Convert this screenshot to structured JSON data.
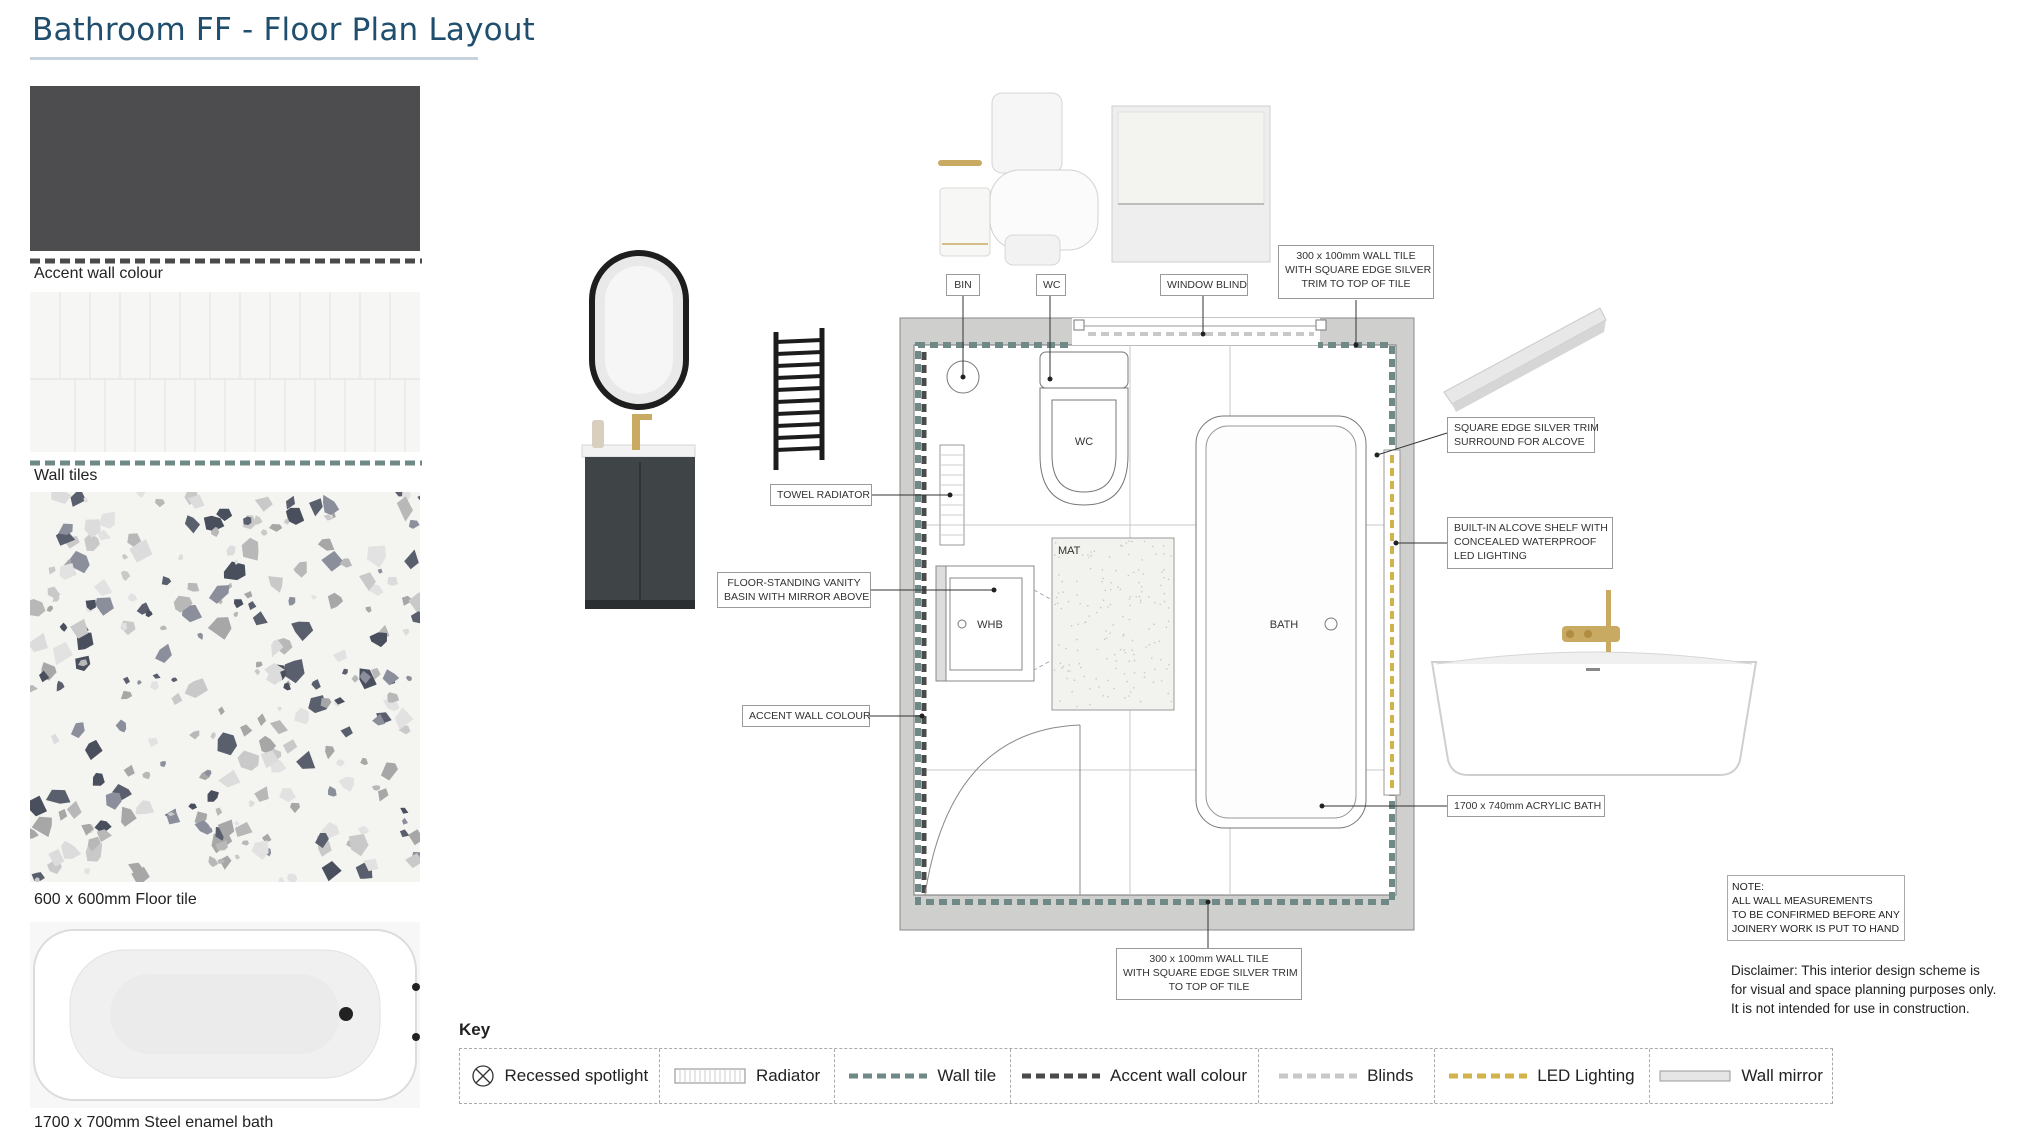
{
  "page": {
    "title": "Bathroom FF - Floor Plan Layout"
  },
  "swatches": {
    "accent_label": "Accent wall colour",
    "wall_tiles_label": "Wall tiles",
    "floor_tile_label": "600 x 600mm Floor tile",
    "steel_bath_label": "1700 x 700mm Steel enamel bath"
  },
  "callouts": {
    "bin": "BIN",
    "wc": "WC",
    "window_blind": "WINDOW BLIND",
    "wall_tile_top_1": "300 x 100mm WALL TILE",
    "wall_tile_top_2": "WITH SQUARE EDGE SILVER",
    "wall_tile_top_3": "TRIM TO TOP OF TILE",
    "towel_radiator": "TOWEL RADIATOR",
    "vanity_1": "FLOOR-STANDING VANITY",
    "vanity_2": "BASIN WITH MIRROR ABOVE",
    "accent_wall": "ACCENT WALL COLOUR",
    "trim_1": "SQUARE EDGE SILVER TRIM",
    "trim_2": "SURROUND FOR ALCOVE",
    "shelf_1": "BUILT-IN ALCOVE SHELF WITH",
    "shelf_2": "CONCEALED WATERPROOF",
    "shelf_3": "LED LIGHTING",
    "acrylic_bath": "1700 x 740mm ACRYLIC BATH",
    "wall_tile_bottom_1": "300 x 100mm WALL TILE",
    "wall_tile_bottom_2": "WITH SQUARE EDGE SILVER TRIM",
    "wall_tile_bottom_3": "TO TOP OF TILE"
  },
  "plan_labels": {
    "wc": "WC",
    "mat": "MAT",
    "whb": "WHB",
    "bath": "BATH"
  },
  "note": {
    "line1": "NOTE:",
    "line2": "ALL WALL MEASUREMENTS",
    "line3": "TO BE CONFIRMED BEFORE ANY",
    "line4": "JOINERY WORK IS PUT TO HAND"
  },
  "disclaimer": {
    "line1": "Disclaimer: This interior design scheme is",
    "line2": "for visual and space planning purposes only.",
    "line3": "It is not intended for use in construction."
  },
  "key": {
    "title": "Key",
    "items": [
      {
        "label": "Recessed spotlight",
        "icon": "recessed-spotlight-icon"
      },
      {
        "label": "Radiator",
        "icon": "radiator-icon"
      },
      {
        "label": "Wall tile",
        "icon": "wall-tile-line-icon"
      },
      {
        "label": "Accent wall colour",
        "icon": "accent-wall-line-icon"
      },
      {
        "label": "Blinds",
        "icon": "blinds-line-icon"
      },
      {
        "label": "LED Lighting",
        "icon": "led-lighting-line-icon"
      },
      {
        "label": "Wall mirror",
        "icon": "wall-mirror-icon"
      }
    ]
  },
  "colors": {
    "title": "#1f4e6e",
    "accent_wall": "#4d4d4f",
    "wall_tile_dash": "#6f8a86",
    "accent_dash": "#4a4a4a",
    "blinds_dash": "#c8c8c8",
    "led_dash": "#d2b24a",
    "wall_fill": "#cfcfcd"
  }
}
